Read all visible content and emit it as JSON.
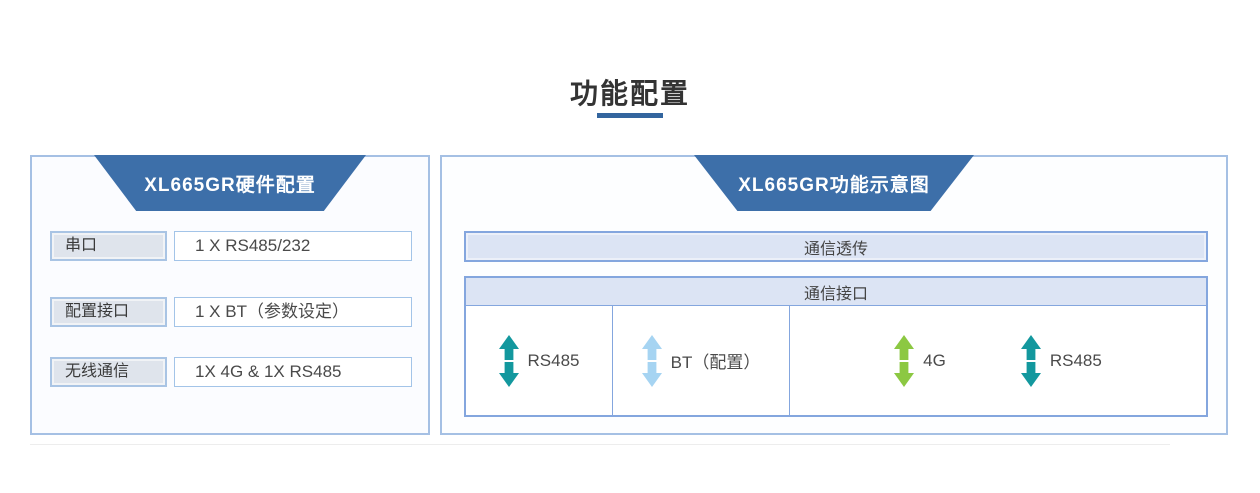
{
  "page": {
    "title": "功能配置"
  },
  "colors": {
    "accent_blue": "#3d6fa9",
    "underline_blue": "#33659e",
    "panel_border": "#a5c0e4",
    "bar_fill": "#dce4f4",
    "arrow_teal": "#13989e",
    "arrow_light_blue": "#a6d4f2",
    "arrow_green": "#8cc842"
  },
  "hardware_panel": {
    "header": "XL665GR硬件配置",
    "rows": [
      {
        "label": "串口",
        "value": "1 X RS485/232"
      },
      {
        "label": "配置接口",
        "value": "1 X BT（参数设定）"
      },
      {
        "label": "无线通信",
        "value": "1X 4G & 1X RS485"
      }
    ]
  },
  "diagram_panel": {
    "header": "XL665GR功能示意图",
    "passthrough_label": "通信透传",
    "interface": {
      "header": "通信接口",
      "cells": [
        {
          "label": "RS485",
          "arrow": "teal-double-arrow"
        },
        {
          "label": "BT（配置）",
          "arrow": "light-blue-double-arrow"
        },
        {
          "label": "4G",
          "arrow": "green-double-arrow"
        },
        {
          "label": "RS485",
          "arrow": "teal-double-arrow"
        }
      ]
    }
  }
}
